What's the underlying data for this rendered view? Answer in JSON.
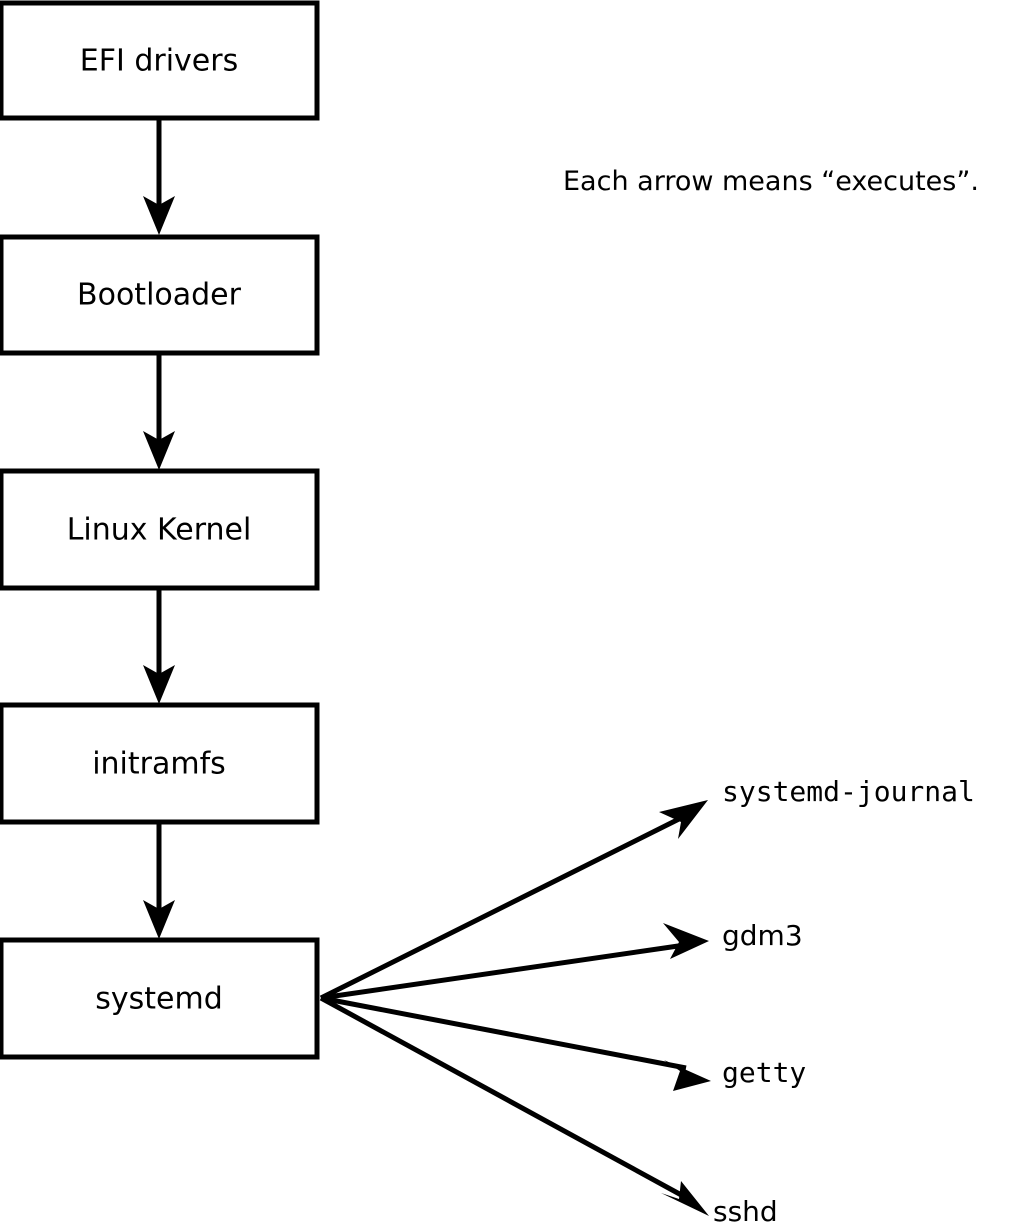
{
  "diagram": {
    "caption": "Each arrow means “executes”.",
    "boot_chain": [
      {
        "id": "efi-drivers",
        "label": "EFI drivers"
      },
      {
        "id": "bootloader",
        "label": "Bootloader"
      },
      {
        "id": "linux-kernel",
        "label": "Linux Kernel"
      },
      {
        "id": "initramfs",
        "label": "initramfs"
      },
      {
        "id": "systemd",
        "label": "systemd"
      }
    ],
    "services": [
      {
        "id": "systemd-journal",
        "label": "systemd-journal",
        "font": "mono"
      },
      {
        "id": "gdm3",
        "label": "gdm3",
        "font": "sans"
      },
      {
        "id": "getty",
        "label": "getty",
        "font": "mono"
      },
      {
        "id": "sshd",
        "label": "sshd",
        "font": "sans"
      }
    ],
    "colors": {
      "stroke": "#000000",
      "fill": "#ffffff",
      "background": "#ffffff"
    }
  }
}
